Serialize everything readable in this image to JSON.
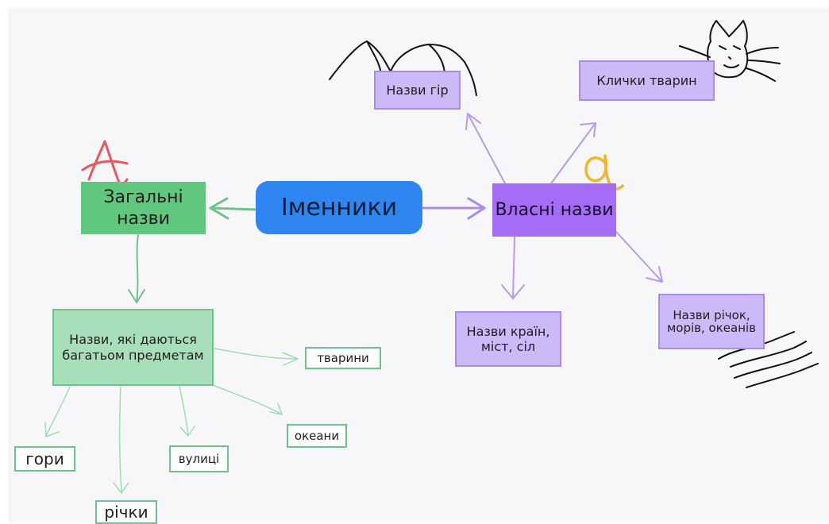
{
  "center": "Іменники",
  "common": {
    "title": "Загальні назви",
    "marker": "А"
  },
  "proper": {
    "title": "Власні назви",
    "marker": "а"
  },
  "proper_children": {
    "mountains": "Назви гір",
    "pets": "Клички тварин",
    "countries": "Назви країн, міст, сіл",
    "rivers": "Назви річок, морів, океанів"
  },
  "common_children": {
    "many": "Назви, які даються багатьом предметам",
    "animals": "тварини",
    "oceans": "океани",
    "streets": "вулиці",
    "hills": "гори",
    "rivers": "річки"
  },
  "colors": {
    "center": "#2f86f0",
    "common": "#5fc77e",
    "proper": "#a56cf5",
    "purple_light": "#cdb8f8",
    "green_light": "#a8dfbb"
  }
}
